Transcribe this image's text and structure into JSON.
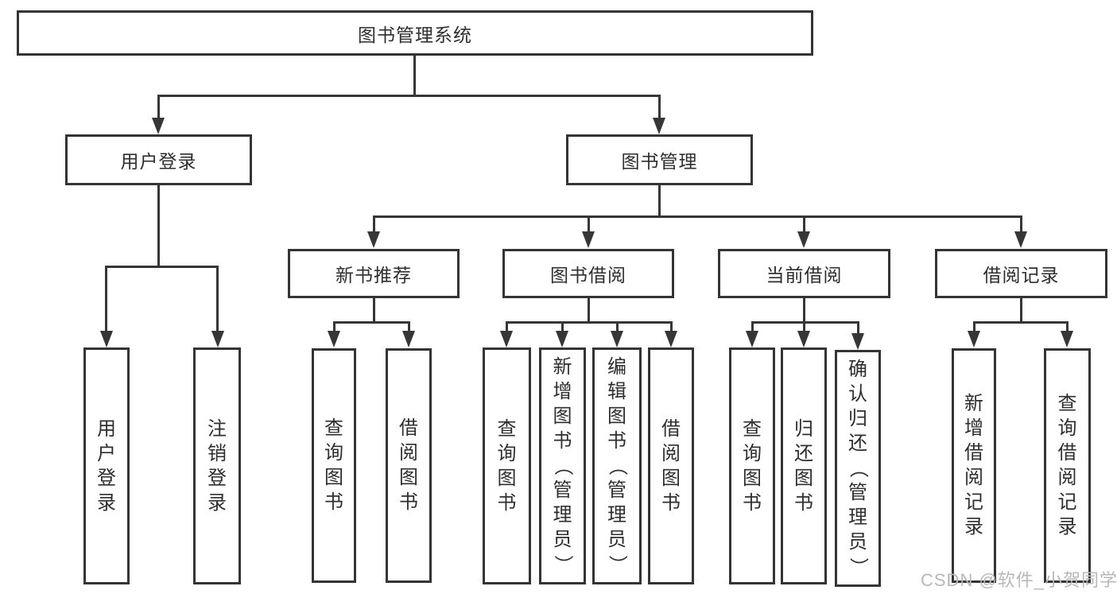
{
  "diagram_type": "hierarchy",
  "tree": {
    "label": "图书管理系统",
    "children": [
      {
        "label": "用户登录",
        "children": [
          {
            "label": "用户登录"
          },
          {
            "label": "注销登录"
          }
        ]
      },
      {
        "label": "图书管理",
        "children": [
          {
            "label": "新书推荐",
            "children": [
              {
                "label": "查询图书"
              },
              {
                "label": "借阅图书"
              }
            ]
          },
          {
            "label": "图书借阅",
            "children": [
              {
                "label": "查询图书"
              },
              {
                "label": "新增图书（管理员）"
              },
              {
                "label": "编辑图书（管理员）"
              },
              {
                "label": "借阅图书"
              }
            ]
          },
          {
            "label": "当前借阅",
            "children": [
              {
                "label": "查询图书"
              },
              {
                "label": "归还图书"
              },
              {
                "label": "确认归还（管理员）"
              }
            ]
          },
          {
            "label": "借阅记录",
            "children": [
              {
                "label": "新增借阅记录"
              },
              {
                "label": "查询借阅记录"
              }
            ]
          }
        ]
      }
    ]
  },
  "watermark": "CSDN @软件_小贺同学",
  "colors": {
    "line": "#363636",
    "box_border": "#343434",
    "text": "#2e2e2e",
    "watermark": "#b8b8b8",
    "background": "#ffffff"
  }
}
